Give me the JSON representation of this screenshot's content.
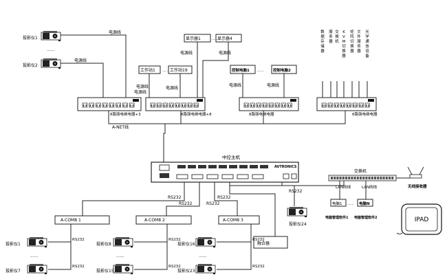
{
  "projectors": {
    "left_top": [
      "投影仪1",
      "投影仪2"
    ],
    "bottom_g1": [
      "投影仪1",
      "投影仪7"
    ],
    "bottom_g2": [
      "投影仪8",
      "投影仪15"
    ],
    "bottom_g3": [
      "投影仪16",
      "投影仪23"
    ],
    "single": "投影仪24"
  },
  "ellipsis": "......",
  "labels": {
    "power_line": "电源线",
    "display_1": "显示器1",
    "display_4": "显示器4",
    "workstation_1": "工作站1",
    "workstation_19": "工作站19",
    "lock_1": "控制电脑1",
    "lock_2": "控制电脑2",
    "vertical_devices": [
      "数据存储器",
      "服务器",
      "交换机",
      "KVM切换器",
      "矩阵切换器",
      "文件服务器",
      "光学通信设备"
    ],
    "relay_3": "8路强电继电器+3",
    "relay_8": "8路强电继电器+8",
    "relay_a": "8路强电继电器",
    "relay_b": "8路强电继电器",
    "anet": "A-NET线",
    "host_title": "中控主机",
    "host_brand": "AVTRONICS",
    "switch_title": "交换机",
    "lan_1": "LAN网线",
    "lan_2": "LAN网线",
    "pc_1": "电脑1",
    "pc_n": "电脑N",
    "mgmt_1": "电脑管理软件1",
    "mgmt_2": "电脑管理软件2",
    "wireless": "无线接收器",
    "ipad": "IPAD",
    "rs232": "RS232",
    "acom1": "A-COM8  1",
    "acom2": "A-COM8  2",
    "acom3": "A-COM8  3",
    "combiner": "融合器"
  }
}
